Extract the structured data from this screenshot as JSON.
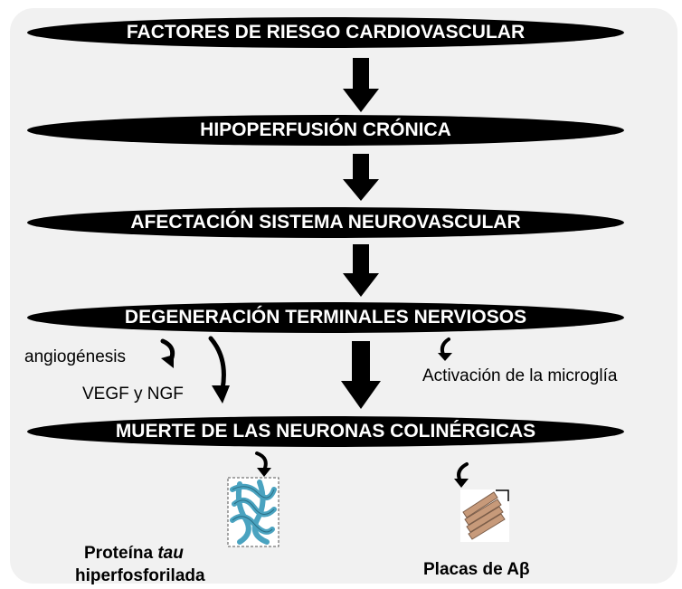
{
  "steps": [
    "FACTORES DE RIESGO CARDIOVASCULAR",
    "HIPOPERFUSIÓN CRÓNICA",
    "AFECTACIÓN SISTEMA NEUROVASCULAR",
    "DEGENERACIÓN TERMINALES NERVIOSOS",
    "MUERTE DE LAS NEURONAS COLINÉRGICAS"
  ],
  "side_labels": {
    "angiogenesis": "angiogénesis",
    "vegf_ngf": "VEGF y NGF",
    "microglia": "Activación de la microglía"
  },
  "outcomes": {
    "tau_line1_a": "Proteína ",
    "tau_line1_b": "tau",
    "tau_line2": "hiperfosforilada",
    "abeta": "Placas de Aβ"
  },
  "colors": {
    "ellipse": "#000000",
    "panel": "#f1f1f1",
    "tau": "#4aa3c0",
    "amyloid": "#c79a7a"
  },
  "icons": [
    "down-arrow-icon",
    "curl-arrow-icon",
    "tau-protein-illustration",
    "amyloid-plaque-illustration"
  ]
}
